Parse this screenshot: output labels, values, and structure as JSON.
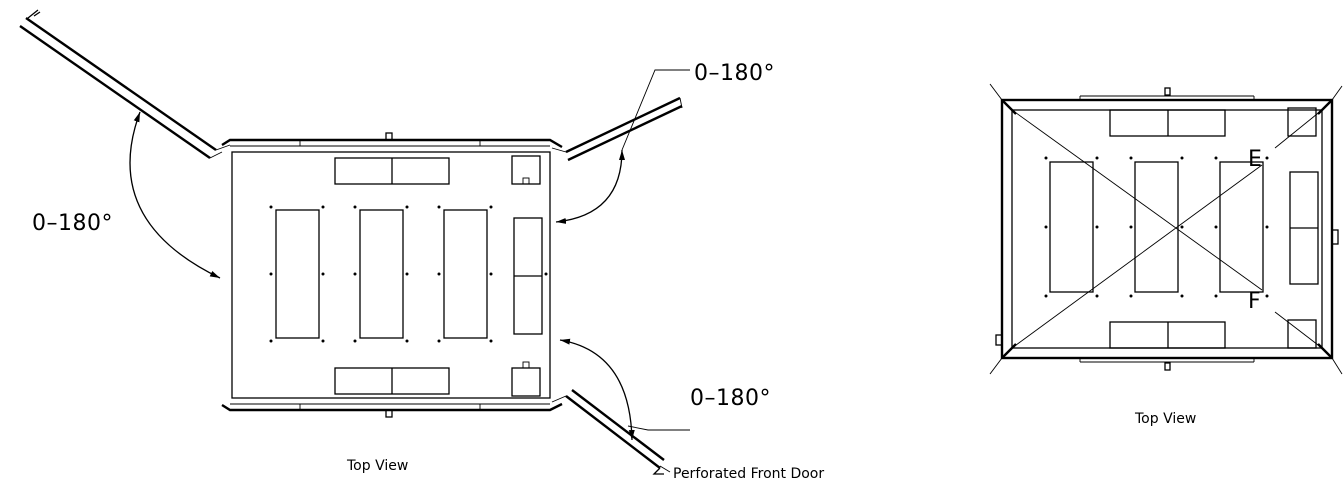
{
  "left_view": {
    "angle_label_left": "0–180°",
    "angle_label_top_right": "0–180°",
    "angle_label_bottom_right": "0–180°",
    "caption": "Top View",
    "door_callout": "Perforated Front Door"
  },
  "right_view": {
    "caption": "Top View",
    "section_label_e": "E",
    "section_label_f": "F"
  }
}
